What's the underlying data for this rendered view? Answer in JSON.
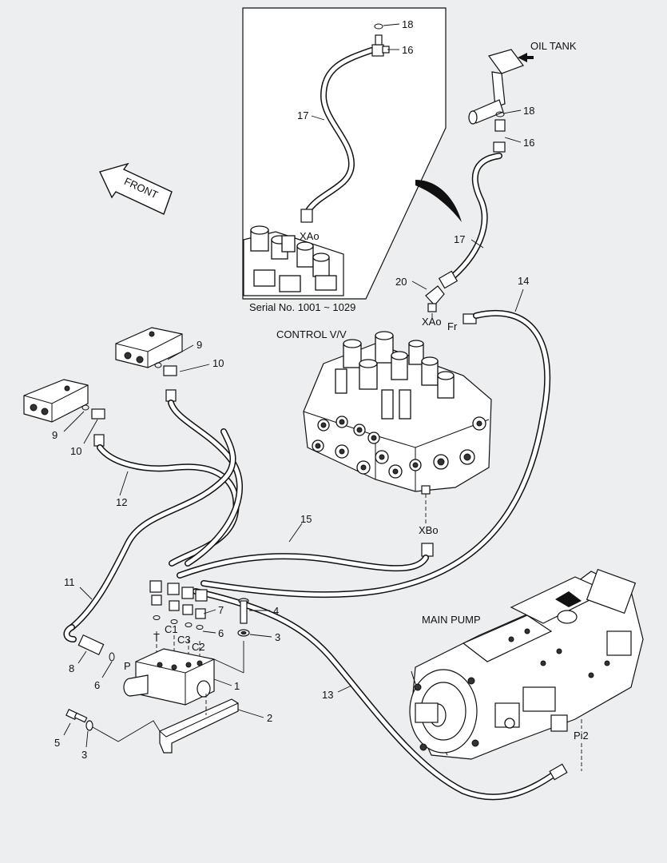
{
  "inset": {
    "serial_note": "Serial No. 1001 ~ 1029",
    "port_label": "XAo"
  },
  "labels": {
    "oil_tank": "OIL TANK",
    "front": "FRONT",
    "control_valve": "CONTROL V/V",
    "main_pump": "MAIN PUMP",
    "port_xao": "XAo",
    "port_fr": "Fr",
    "port_xbo": "XBo",
    "port_pi2": "Pi2",
    "port_t": "T",
    "port_c1": "C1",
    "port_c3": "C3",
    "port_c2": "C2",
    "port_p": "P"
  },
  "callouts": {
    "n1": "1",
    "n2": "2",
    "n3a": "3",
    "n3b": "3",
    "n4": "4",
    "n5": "5",
    "n6a": "6",
    "n6b": "6",
    "n7": "7",
    "n8": "8",
    "n9a": "9",
    "n9b": "9",
    "n10a": "10",
    "n10b": "10",
    "n11": "11",
    "n12": "12",
    "n13": "13",
    "n14": "14",
    "n15": "15",
    "n16a": "16",
    "n16b": "16",
    "n17a": "17",
    "n17b": "17",
    "n18a": "18",
    "n18b": "18",
    "n20": "20"
  },
  "icons": {
    "front_arrow": "front-arrow-icon",
    "direction_arc": "curved-direction-arrow-icon",
    "oil_tank_arrow": "arrow-right-icon"
  }
}
